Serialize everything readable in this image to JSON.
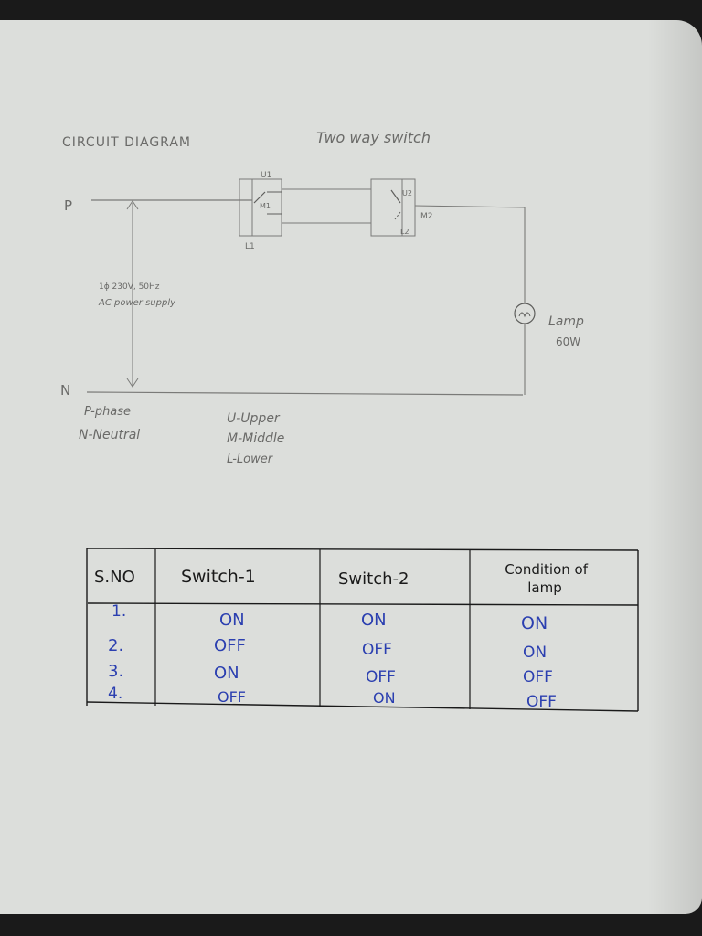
{
  "header": {
    "title": "CIRCUIT DIAGRAM",
    "subtitle": "Two way switch"
  },
  "diagram": {
    "labels": {
      "p": "P",
      "n": "N",
      "supply_line1": "1ϕ 230V, 50Hz",
      "supply_line2": "AC power supply",
      "u1": "U1",
      "m1": "M1",
      "l1": "L1",
      "u2": "U2",
      "m2": "M2",
      "l2": "L2",
      "lamp": "Lamp",
      "lamp_rating": "60W"
    },
    "legend_left": [
      "P-phase",
      "N-Neutral"
    ],
    "legend_right": [
      "U-Upper",
      "M-Middle",
      "L-Lower"
    ]
  },
  "table": {
    "headers": [
      "S.NO",
      "Switch-1",
      "Switch-2",
      "Condition of lamp"
    ],
    "rows": [
      [
        "1.",
        "ON",
        "ON",
        "ON"
      ],
      [
        "2.",
        "OFF",
        "OFF",
        "ON"
      ],
      [
        "3.",
        "ON",
        "OFF",
        "OFF"
      ],
      [
        "4.",
        "OFF",
        "ON",
        "OFF"
      ]
    ]
  },
  "colors": {
    "paper": "#dcdedb",
    "pencil": "#6a6a68",
    "ink_black": "#1a1a1a",
    "ink_blue": "#2b3fb0"
  }
}
